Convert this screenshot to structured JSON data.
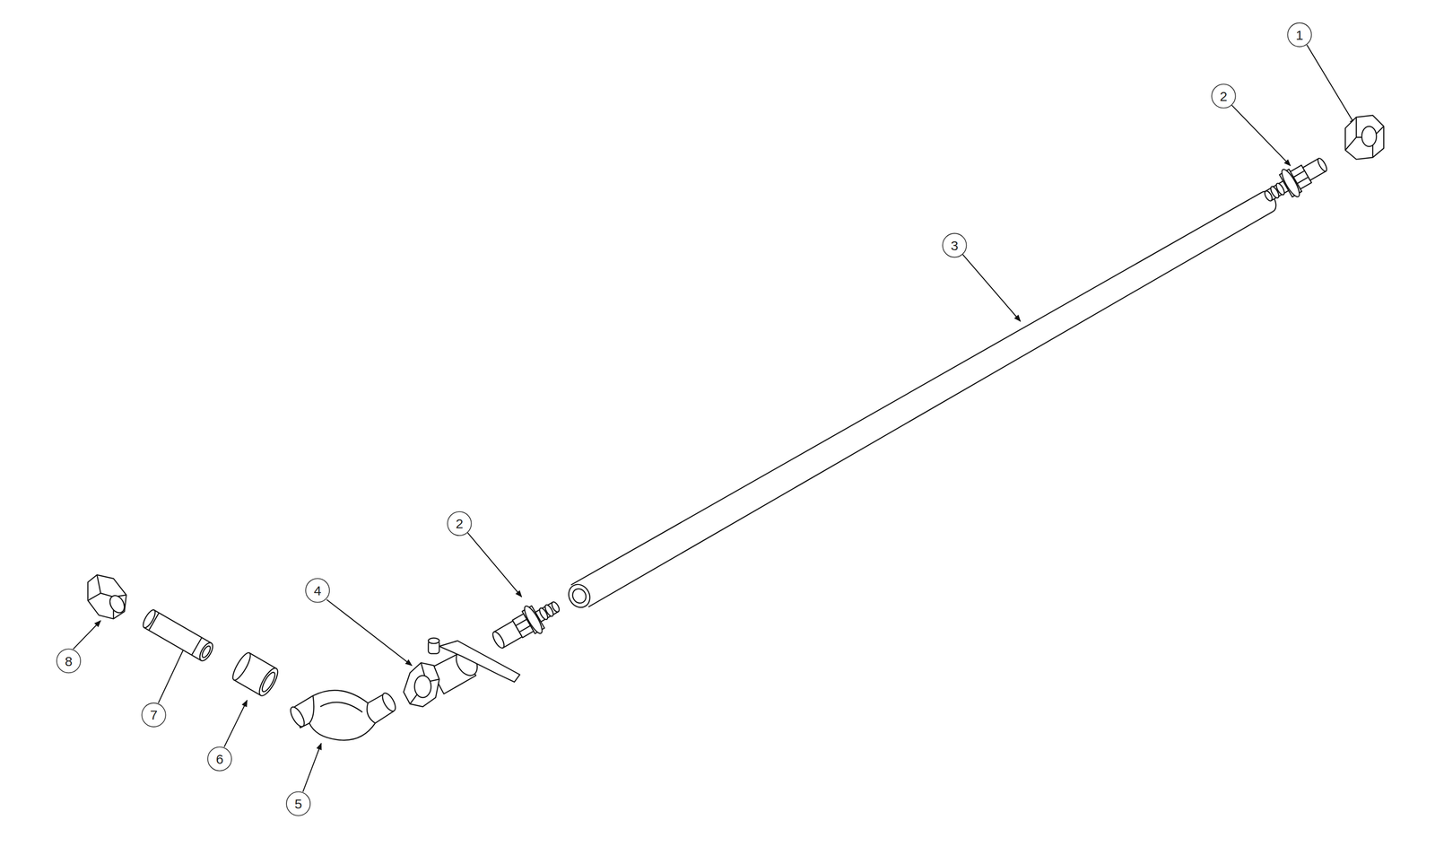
{
  "diagram": {
    "labels": [
      "1",
      "2",
      "3",
      "2",
      "4",
      "5",
      "6",
      "7",
      "8"
    ]
  }
}
